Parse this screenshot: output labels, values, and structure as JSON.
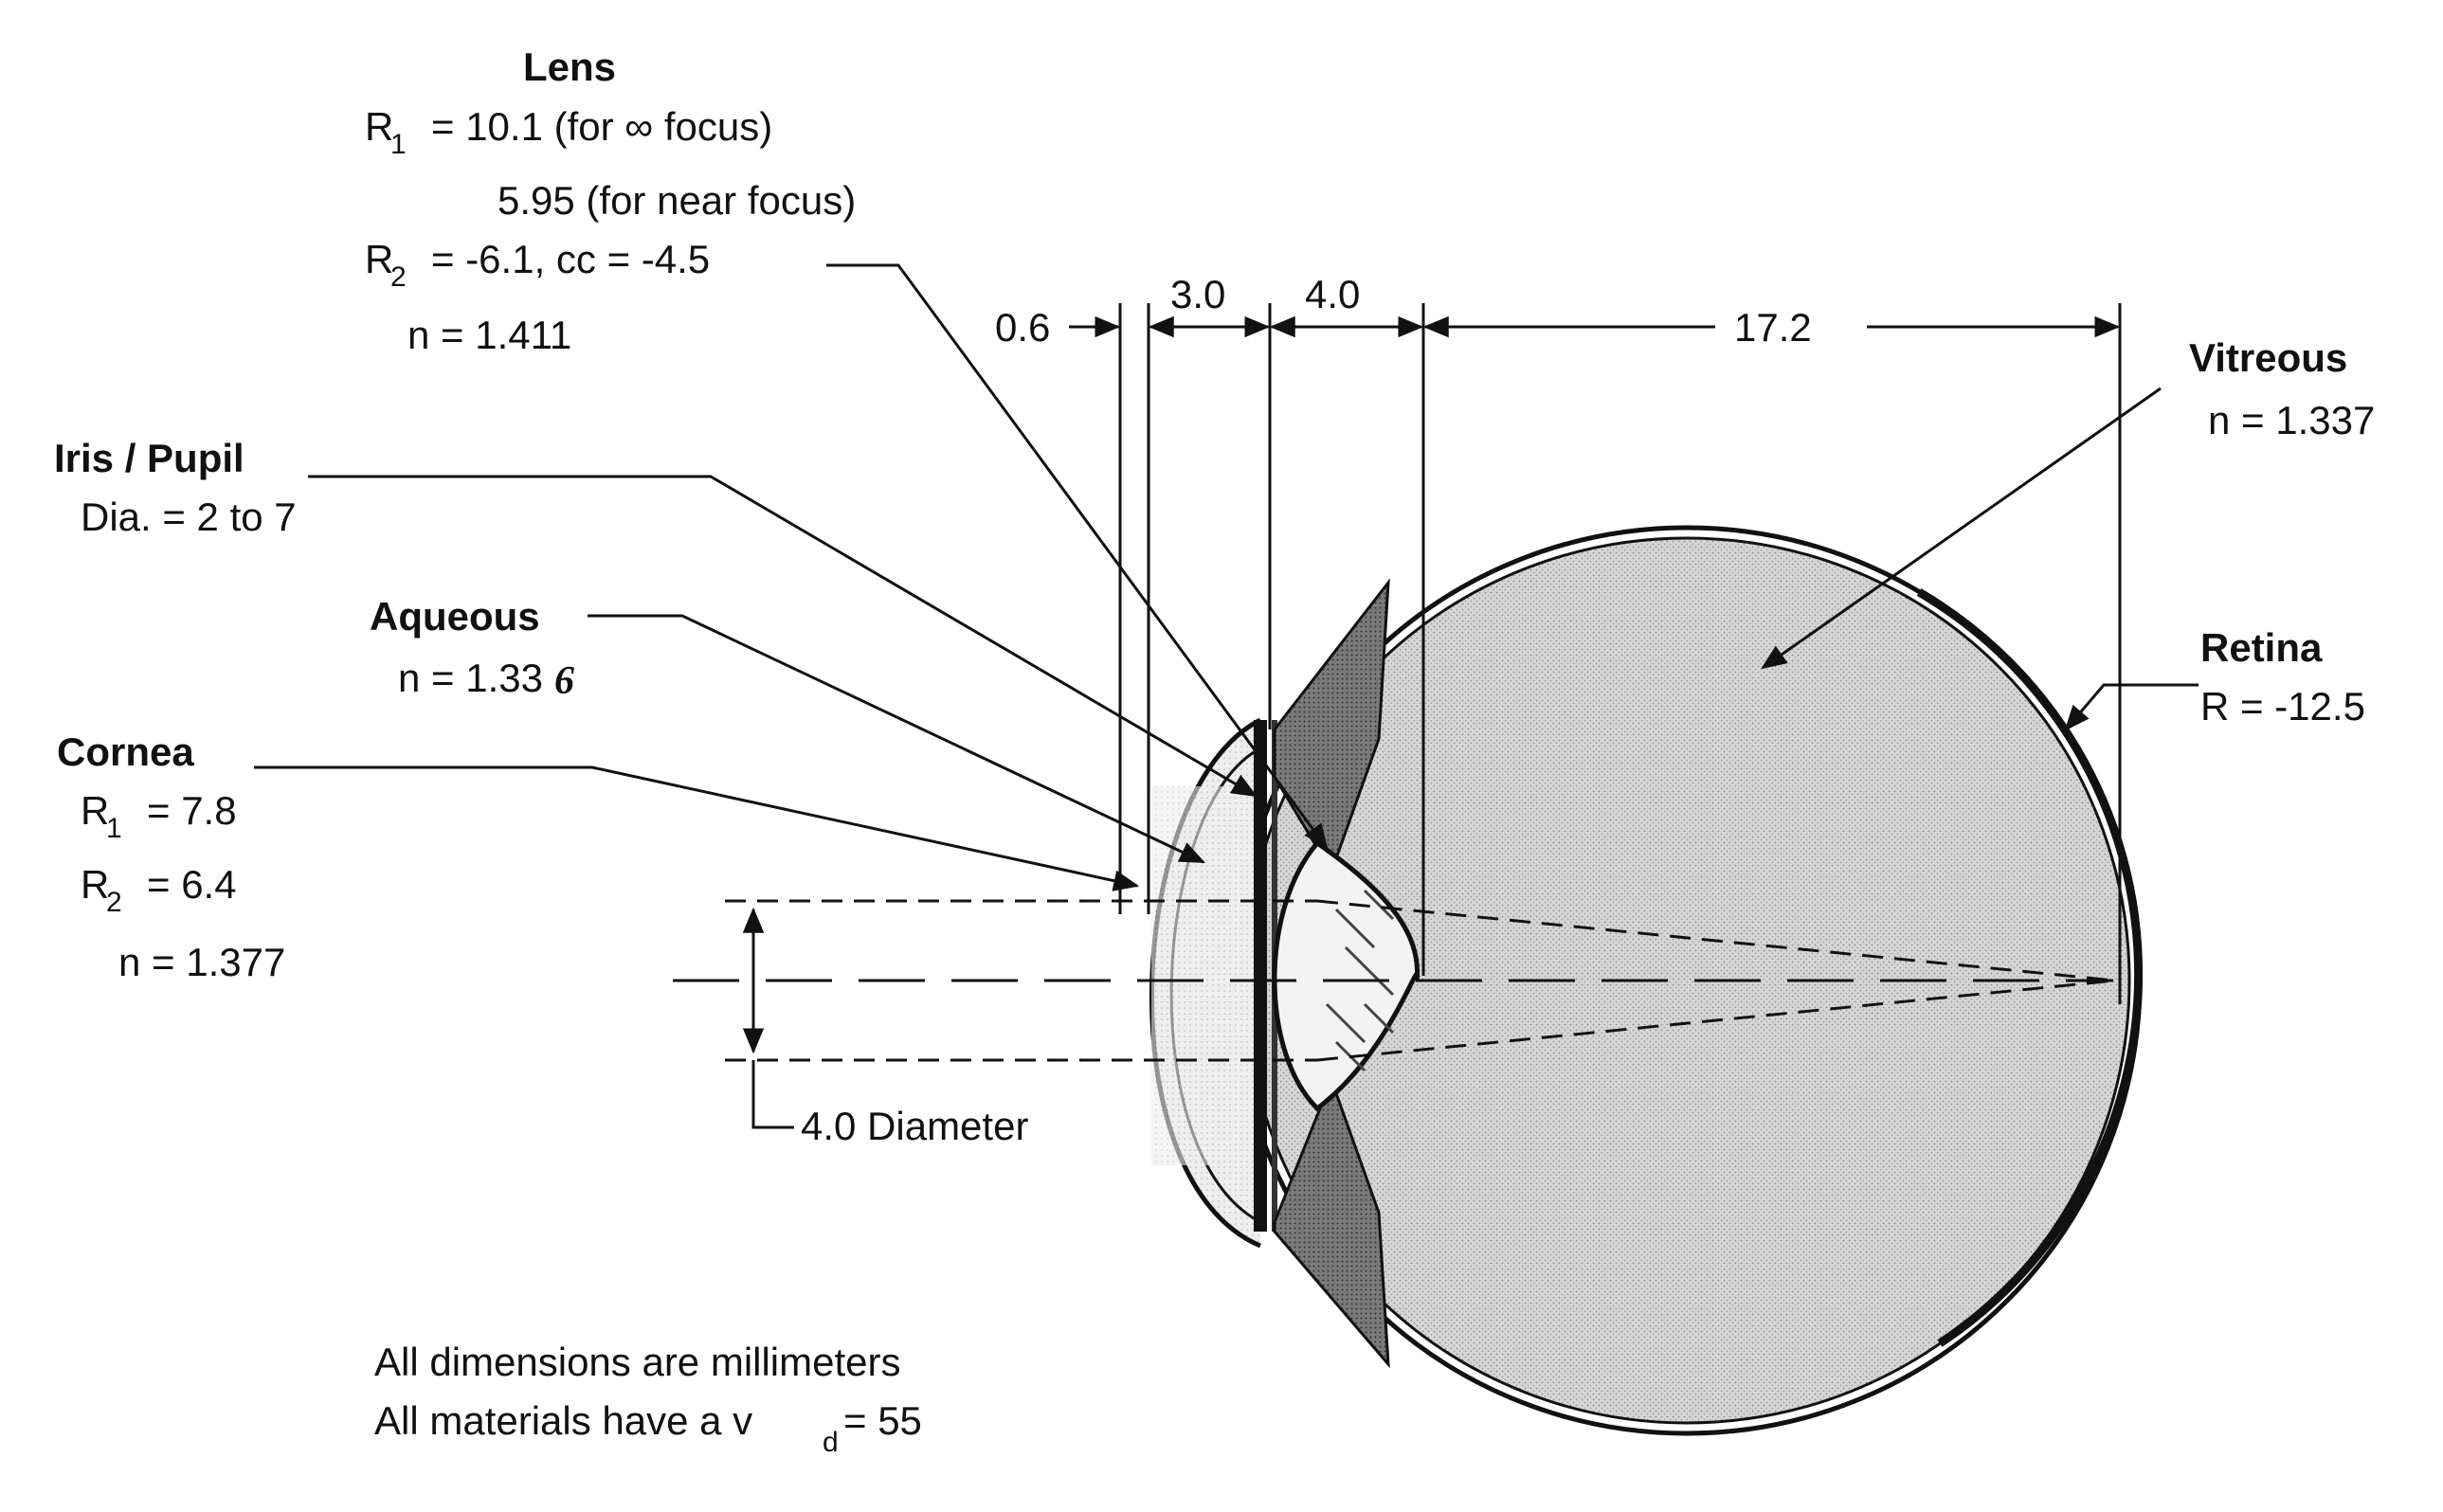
{
  "lens": {
    "title": "Lens",
    "r1_sym": "R",
    "r1_sub": "1",
    "r1_val": "= 10.1 (for ∞ focus)",
    "r1_near": "5.95 (for near focus)",
    "r2_sym": "R",
    "r2_sub": "2",
    "r2_val": "=  -6.1,  cc = -4.5",
    "n": "n = 1.411"
  },
  "iris": {
    "title": "Iris / Pupil",
    "dia": "Dia. = 2 to 7"
  },
  "aqueous": {
    "title": "Aqueous",
    "n_main": "n = 1.33",
    "n_corr": "6"
  },
  "cornea": {
    "title": "Cornea",
    "r1_sym": "R",
    "r1_sub": "1",
    "r1_val": "= 7.8",
    "r2_sym": "R",
    "r2_sub": "2",
    "r2_val": "= 6.4",
    "n": "n = 1.377"
  },
  "vitreous": {
    "title": "Vitreous",
    "n": "n = 1.337"
  },
  "retina": {
    "title": "Retina",
    "r": "R = -12.5"
  },
  "dimensions": {
    "d1": "0.6",
    "d2": "3.0",
    "d3": "4.0",
    "d4": "17.2",
    "pupil_diameter": "4.0 Diameter"
  },
  "notes": {
    "line1": "All dimensions are millimeters",
    "line2_pre": "All materials have a v",
    "line2_sub": "d",
    "line2_post": " = 55"
  }
}
